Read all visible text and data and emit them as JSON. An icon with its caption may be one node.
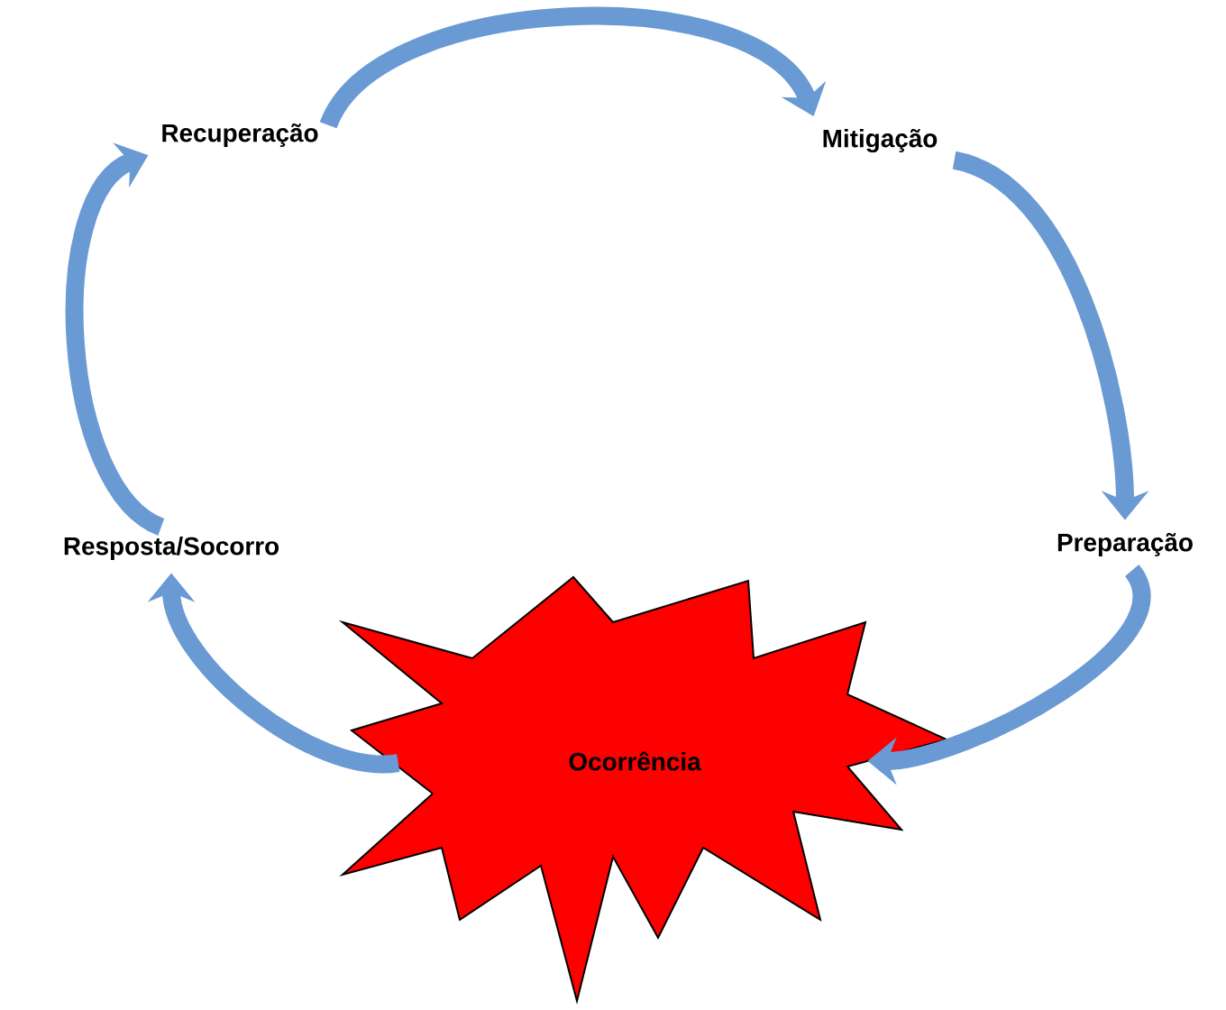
{
  "diagram": {
    "nodes": [
      {
        "text": [
          "Recuperação"
        ]
      },
      {
        "text": [
          "Mitigação"
        ]
      },
      {
        "text": [
          "Preparação"
        ]
      },
      {
        "text": [
          "Ocorrência"
        ]
      },
      {
        "text": [
          "Resposta/Socorro"
        ]
      }
    ],
    "edges": [
      {
        "from": 0,
        "to": 1,
        "arrow": "to"
      },
      {
        "from": 1,
        "to": 2,
        "arrow": "to"
      },
      {
        "from": 2,
        "to": 3,
        "arrow": "to"
      },
      {
        "from": 3,
        "to": 4,
        "arrow": "to"
      },
      {
        "from": 4,
        "to": 0,
        "arrow": "to"
      }
    ]
  }
}
